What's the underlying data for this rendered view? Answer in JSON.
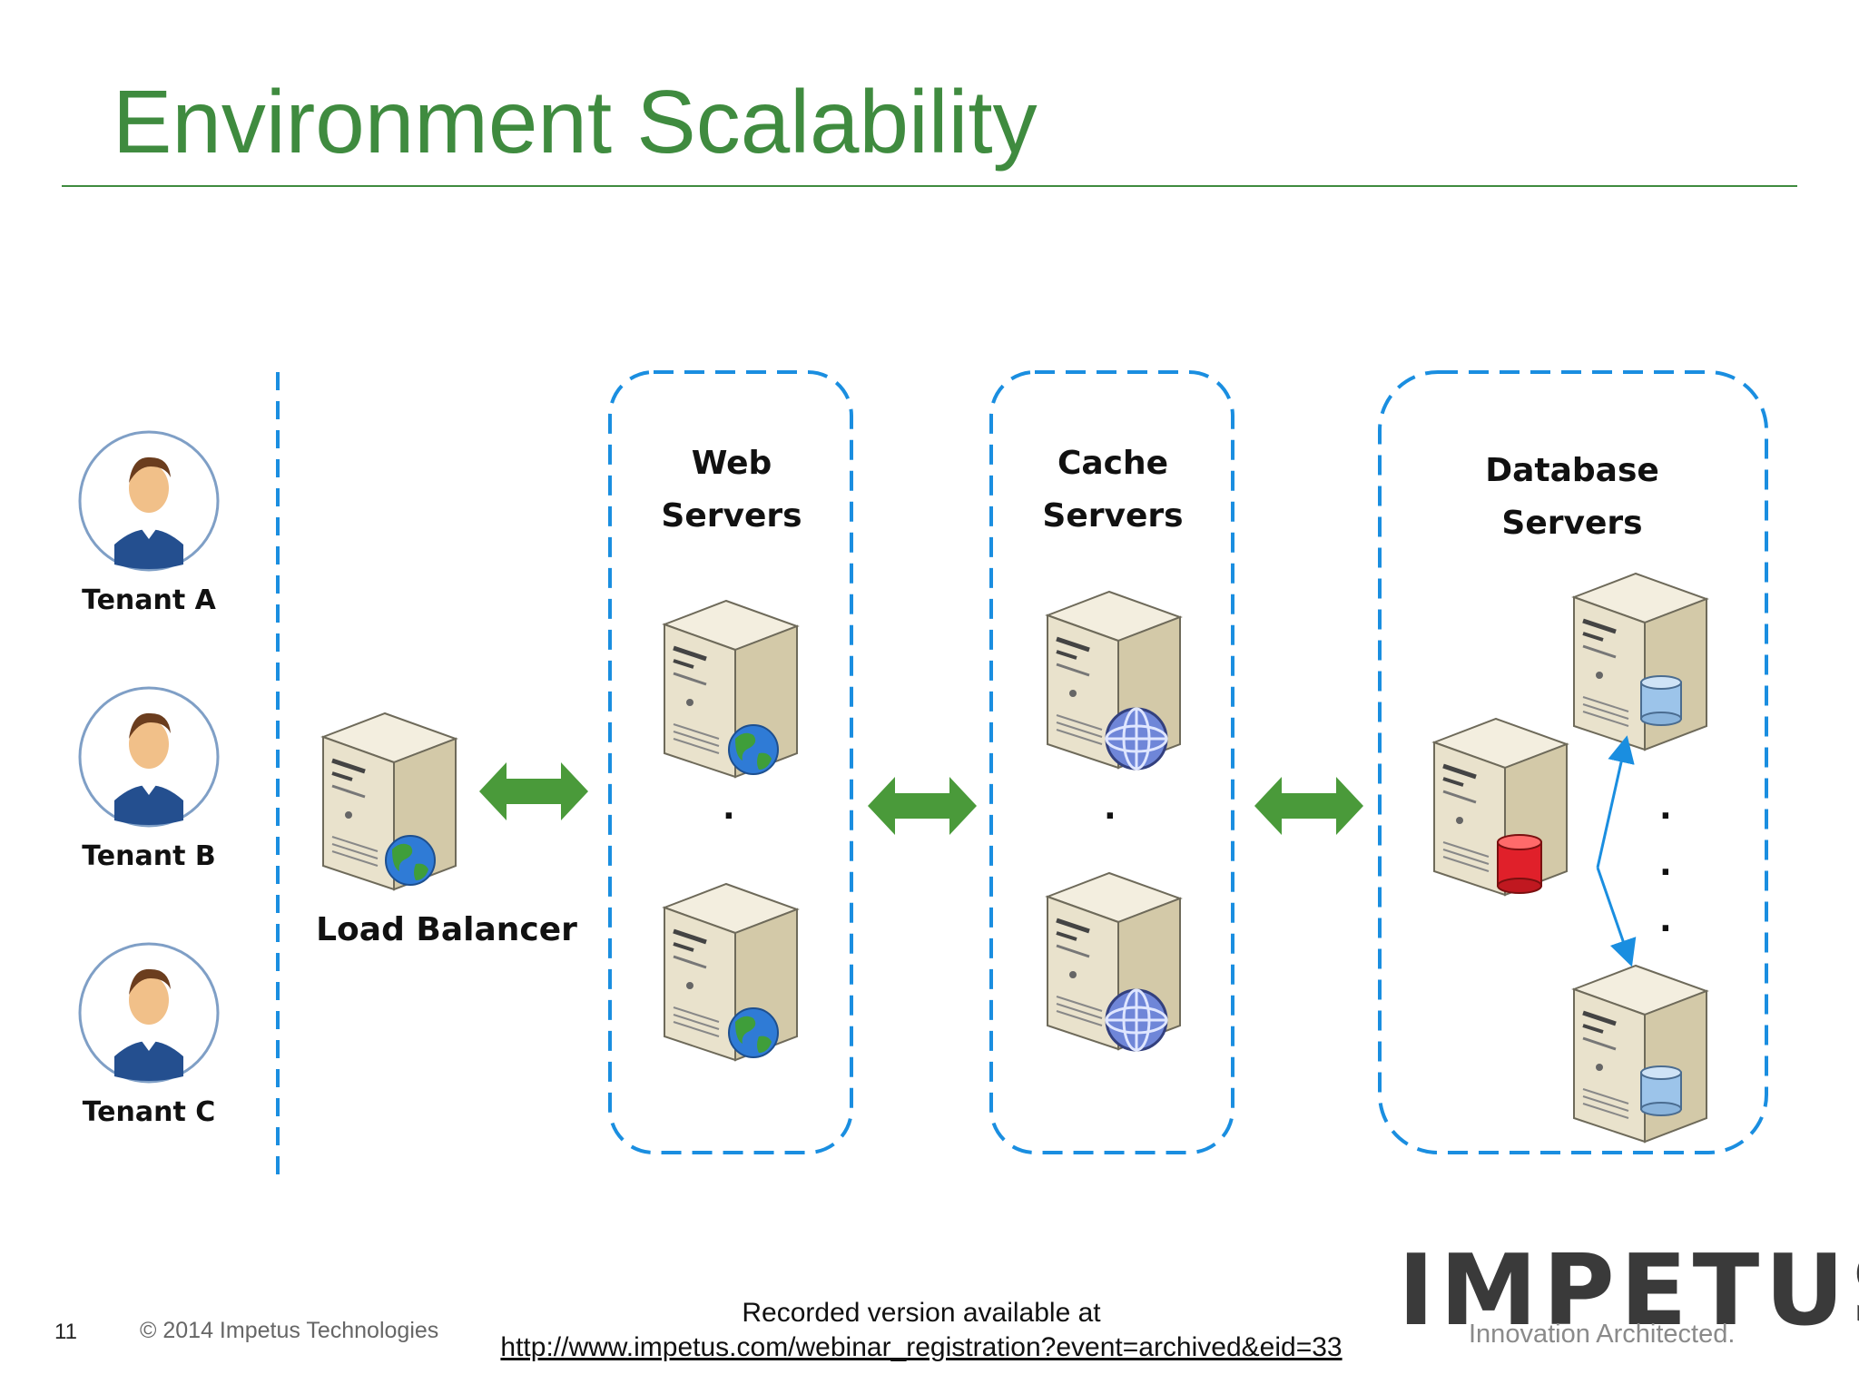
{
  "title": "Environment Scalability",
  "tenants": [
    "Tenant A",
    "Tenant B",
    "Tenant C"
  ],
  "load_balancer_label": "Load Balancer",
  "groups": {
    "web": {
      "line1": "Web",
      "line2": "Servers"
    },
    "cache": {
      "line1": "Cache",
      "line2": "Servers"
    },
    "database": {
      "line1": "Database",
      "line2": "Servers"
    }
  },
  "ellipsis": ".",
  "footer": {
    "slide_number": "11",
    "copyright": "© 2014 Impetus Technologies",
    "recorded_line1": "Recorded version available at",
    "recorded_link": "http://www.impetus.com/webinar_registration?event=archived&eid=33"
  },
  "logo": {
    "word": "IMPETUS",
    "tagline": "Innovation Architected."
  },
  "colors": {
    "title": "#3f8b3f",
    "dashed_border": "#1a8ee0",
    "arrow": "#4a9a3a",
    "db_primary": "#e0202a",
    "db_replica": "#9cc4ea"
  }
}
